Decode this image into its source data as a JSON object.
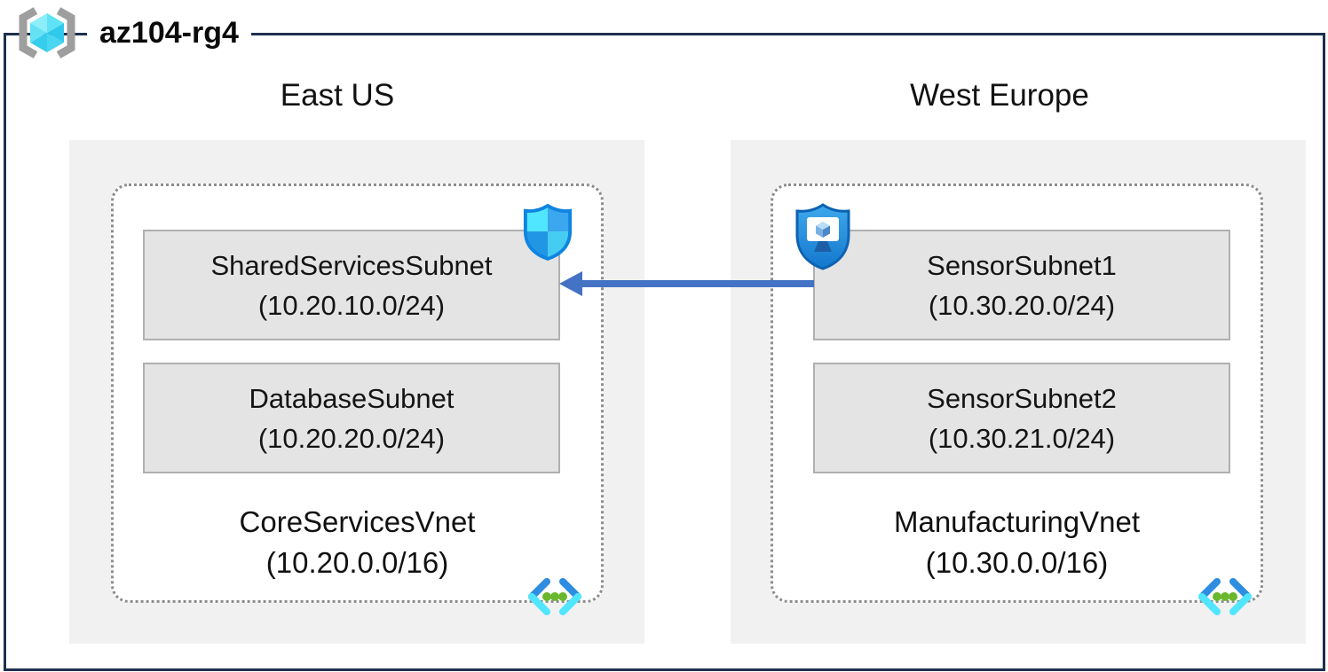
{
  "resource_group": {
    "name": "az104-rg4"
  },
  "regions": [
    {
      "name": "East US",
      "vnet": {
        "name": "CoreServicesVnet",
        "cidr": "(10.20.0.0/16)"
      },
      "subnets": [
        {
          "name": "SharedServicesSubnet",
          "cidr": "(10.20.10.0/24)"
        },
        {
          "name": "DatabaseSubnet",
          "cidr": "(10.20.20.0/24)"
        }
      ]
    },
    {
      "name": "West Europe",
      "vnet": {
        "name": "ManufacturingVnet",
        "cidr": "(10.30.0.0/16)"
      },
      "subnets": [
        {
          "name": "SensorSubnet1",
          "cidr": "(10.30.20.0/24)"
        },
        {
          "name": "SensorSubnet2",
          "cidr": "(10.30.21.0/24)"
        }
      ]
    }
  ],
  "peering": {
    "type": "arrow",
    "direction": "right-to-left",
    "from_subnet": "SensorSubnet1",
    "to_subnet": "SharedServicesSubnet"
  },
  "icons": {
    "resource_group": "brackets-with-cube",
    "east_subnet_badge": "network-security-shield",
    "west_subnet_badge": "shield-with-monitor",
    "vnet_corner": "virtual-network-chevrons"
  },
  "colors": {
    "frame_border": "#1e2f4d",
    "region_background": "#f1f1f1",
    "subnet_background": "#e4e4e4",
    "subnet_border": "#b0b0b0",
    "dotted_border": "#8d8d8d",
    "arrow_blue": "#4472c4",
    "azure_blue": "#1b93eb",
    "azure_cyan": "#50e6ff",
    "vnet_dot_green": "#6ab72f",
    "bracket_gray": "#9e9e9e"
  }
}
